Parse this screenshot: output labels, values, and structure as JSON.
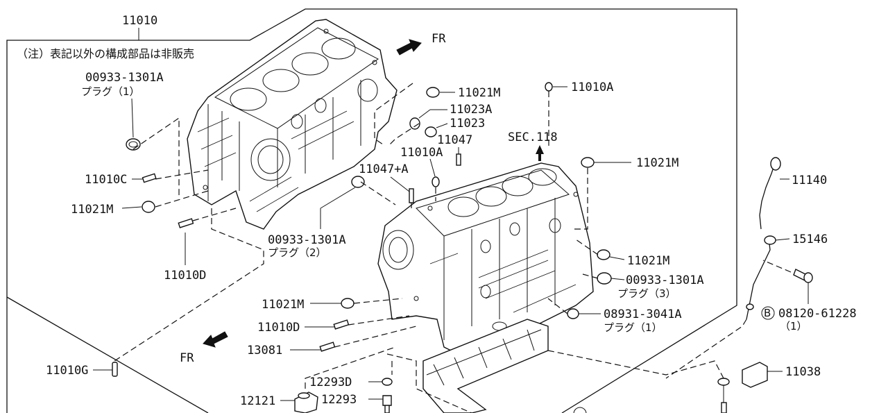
{
  "diagram": {
    "note": "（注）表記以外の構成部品は非販売",
    "direction": {
      "fr": "FR"
    },
    "section_ref": "SEC.118",
    "circle_symbol": "B",
    "parts": {
      "p11010": "11010",
      "p00933_1": "00933-1301A",
      "plug1": "プラグ（1）",
      "p11010C": "11010C",
      "p11021M_a": "11021M",
      "p11010D_a": "11010D",
      "p00933_2": "00933-1301A",
      "plug2": "プラグ（2）",
      "p11047A": "11047+A",
      "p11010A_a": "11010A",
      "p11047": "11047",
      "p11021M_b": "11021M",
      "p11023A": "11023A",
      "p11023": "11023",
      "p11010A_b": "11010A",
      "p11021M_c": "11021M",
      "p11021M_d": "11021M",
      "p00933_3": "00933-1301A",
      "plug3": "プラグ（3）",
      "p08931": "08931-3041A",
      "plug1b": "プラグ（1）",
      "p11021M_e": "11021M",
      "p11010D_b": "11010D",
      "p13081": "13081",
      "p11010G": "11010G",
      "p12121": "12121",
      "p12293D": "12293D",
      "p12293": "12293",
      "p11140": "11140",
      "p15146": "15146",
      "p08120": "08120-61228",
      "qty1": "（1）",
      "p11038": "11038"
    }
  }
}
